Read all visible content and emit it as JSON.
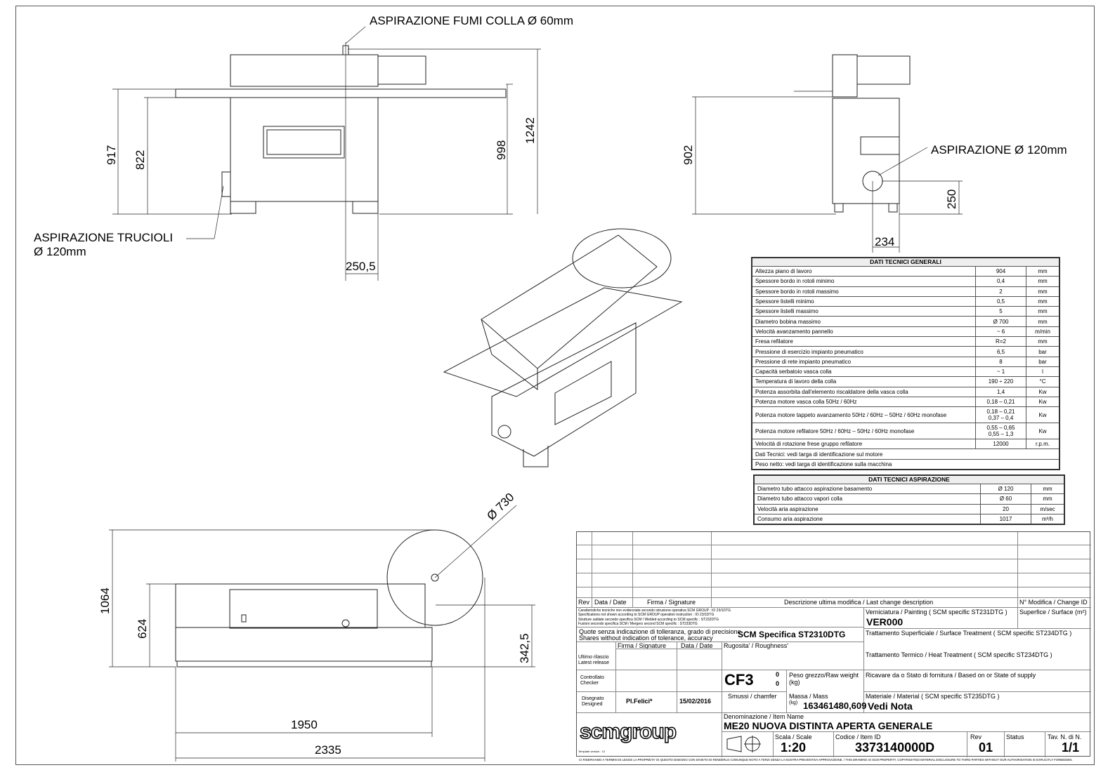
{
  "labels": {
    "fumi": "ASPIRAZIONE FUMI COLLA Ø 60mm",
    "trucioli_1": "ASPIRAZIONE TRUCIOLI",
    "trucioli_2": "Ø 120mm",
    "aspirazione": "ASPIRAZIONE Ø 120mm"
  },
  "dims": {
    "d917": "917",
    "d822": "822",
    "d998": "998",
    "d1242": "1242",
    "d250_5": "250,5",
    "d902": "902",
    "d250": "250",
    "d234": "234",
    "d1064": "1064",
    "d624": "624",
    "d342_5": "342,5",
    "d1950": "1950",
    "d2335": "2335",
    "d730": "Ø 730"
  },
  "general": {
    "title": "DATI TECNICI GENERALI",
    "rows": [
      [
        "Altezza piano di lavoro",
        "904",
        "",
        "mm"
      ],
      [
        "Spessore bordo in rotoli minimo",
        "0,4",
        "",
        "mm"
      ],
      [
        "Spessore bordo in rotoli massimo",
        "2",
        "",
        "mm"
      ],
      [
        "Spessore listelli minimo",
        "0,5",
        "",
        "mm"
      ],
      [
        "Spessore listelli massimo",
        "5",
        "",
        "mm"
      ],
      [
        "Diametro bobina massimo",
        "Ø 700",
        "",
        "mm"
      ],
      [
        "Velocità avanzamento pannello",
        "~ 6",
        "",
        "m/min"
      ],
      [
        "Fresa refilatore",
        "R=2",
        "",
        "mm"
      ],
      [
        "Pressione di esercizio impianto pneumatico",
        "6,5",
        "",
        "bar"
      ],
      [
        "Pressione di rete impianto pneumatico",
        "8",
        "",
        "bar"
      ],
      [
        "Capacità serbatoio vasca colla",
        "~ 1",
        "",
        "l"
      ],
      [
        "Temperatura di lavoro della colla",
        "190 ÷ 220",
        "",
        "°C"
      ],
      [
        "Potenza assorbita dall'elemento riscaldatore della vasca colla",
        "1,4",
        "",
        "Kw"
      ],
      [
        "Potenza motore vasca colla 50Hz / 60Hz",
        "0,18 – 0,21",
        "",
        "Kw"
      ],
      [
        "Potenza motore tappeto avanzamento 50Hz / 60Hz – 50Hz / 60Hz monofase",
        "0,18 – 0,21",
        "0,37 – 0,4",
        "Kw"
      ],
      [
        "Potenza motore refilatore 50Hz / 60Hz – 50Hz / 60Hz monofase",
        "0,55 – 0,65",
        "0,55 – 1,3",
        "Kw"
      ],
      [
        "Velocità di rotazione frese gruppo refilatore",
        "12000",
        "",
        "r.p.m."
      ]
    ],
    "notes": [
      "Dati Tecnici: vedi targa di identificazione sul motore",
      "Peso netto: vedi targa di identificazione sulla macchina"
    ]
  },
  "aspiration": {
    "title": "DATI TECNICI ASPIRAZIONE",
    "rows": [
      [
        "Diametro tubo attacco aspirazione basamento",
        "Ø 120",
        "",
        "mm"
      ],
      [
        "Diametro tubo attacco vapori colla",
        "Ø 60",
        "",
        "mm"
      ],
      [
        "Velocità aria aspirazione",
        "20",
        "",
        "m/sec"
      ],
      [
        "Consumo aria aspirazione",
        "1017",
        "",
        "m³/h"
      ]
    ]
  },
  "title_block": {
    "rev": "Rev",
    "date": "Data / Date",
    "signature": "Firma / Signature",
    "change_desc": "Descrizione ultima modifica / Last change description",
    "change_no": "N° Modifica / Change ID",
    "spec1": "Caratteristiche tecniche non evidenziate secondo istruzione operativa SCM GROUP : IO 23/1DTG",
    "spec2": "Specifications not shown according to SCM GROUP operation instruction : IO 23/1DTG",
    "spec3": "Strutture saldate secondo specifica SCM / Welded according to SCM specific : ST232DTG",
    "spec4": "Fusioni secondo specifica SCM / Mergers second SCM specific : ST233DTG",
    "tol1": "Quote senza indicazione di tolleranza, grado di precisione",
    "tol2": "Shares without indication of tolerance, accuracy",
    "tol_spec": "SCM Specifica ST2310DTG",
    "painting": "Verniciatura / Painting ( SCM specific ST231DTG )",
    "painting_val": "VER000",
    "surface": "Superfice / Surface (m²)",
    "surface_treat": "Trattamento Superficiale / Surface Treatment ( SCM specific ST234DTG )",
    "heat_treat": "Trattamento Termico / Heat Treatment ( SCM specific ST234DTG )",
    "supply": "Ricavare da o Stato di fornitura / Based on or State of supply",
    "material": "Materiale / Material ( SCM specific ST235DTG )",
    "material_val": "Vedi Nota",
    "roughness": "Rugosita' / Roughness'",
    "cf": "CF3",
    "cf_a": "0",
    "cf_b": "0",
    "raw_weight": "Peso grezzo/Raw weight",
    "kg": "(kg)",
    "chamfer": "Smussi / chamfer",
    "mass": "Massa  / Mass",
    "mass_val": "163461480,609",
    "latest": "Ultimo rilascio",
    "latest_en": "Latest release",
    "checker": "Controllato",
    "checker_en": "Checker",
    "designed": "Disegnato",
    "designed_en": "Designed",
    "designer": "Pl.Felici*",
    "design_date": "15/02/2016",
    "item_name_label": "Denominazione / Item Name",
    "item_name": "ME20 NUOVA DISTINTA APERTA GENERALE",
    "scale_label": "Scala / Scale",
    "scale": "1:20",
    "code_label": "Codice / Item ID",
    "code": "3373140000D",
    "rev_label": "Rev",
    "rev_val": "01",
    "status": "Status",
    "sheet_label": "Tav. N. di N.",
    "sheet": "1/1",
    "logo": "scmgroup",
    "template": "Template version : 13",
    "footer": "CI RISERVIAMO A TERMINI DI LEGGE LA PROPRIETA' DI QUESTO DISEGNO CON DIVIETO DI RENDERLO COMUNQUE NOTO A TERZI SENZA LA NOSTRA PREVENTIVA APPROVAZIONE. / THIS DRAWING IS SCM PROPERTY, COPYRIGHTED MATERIAL DISCLOSURE TO THIRD PARTIES WITHOUT OUR AUTHORISATION IS EXPLICITLY FORBIDDEN."
  }
}
